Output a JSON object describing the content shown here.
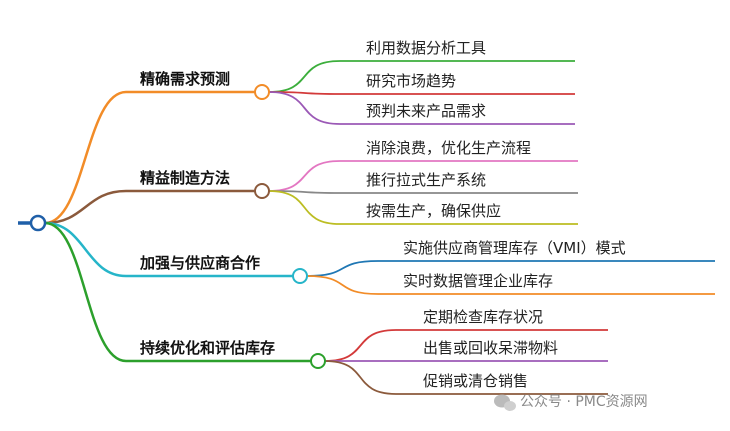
{
  "branches": [
    {
      "label": "精确需求预测",
      "color": "#f28c28",
      "leaves": [
        {
          "label": "利用数据分析工具",
          "color": "#3cae3c"
        },
        {
          "label": "研究市场趋势",
          "color": "#d33a3a"
        },
        {
          "label": "预判未来产品需求",
          "color": "#9b59b6"
        }
      ]
    },
    {
      "label": "精益制造方法",
      "color": "#8b5a3c",
      "leaves": [
        {
          "label": "消除浪费，优化生产流程",
          "color": "#e377c2"
        },
        {
          "label": "推行拉式生产系统",
          "color": "#888888"
        },
        {
          "label": "按需生产，确保供应",
          "color": "#bcbd22"
        }
      ]
    },
    {
      "label": "加强与供应商合作",
      "color": "#26b5c9",
      "leaves": [
        {
          "label": "实施供应商管理库存（VMI）模式",
          "color": "#1f77b4"
        },
        {
          "label": "实时数据管理企业库存",
          "color": "#f28c28"
        }
      ]
    },
    {
      "label": "持续优化和评估库存",
      "color": "#2ca02c",
      "leaves": [
        {
          "label": "定期检查库存状况",
          "color": "#d33a3a"
        },
        {
          "label": "出售或回收呆滞物料",
          "color": "#9b59b6"
        },
        {
          "label": "促销或清仓销售",
          "color": "#8b5a3c"
        }
      ]
    }
  ],
  "watermark": {
    "text": "公众号 · PMC资源网"
  },
  "colors": {
    "root": "#1f5fa8"
  }
}
